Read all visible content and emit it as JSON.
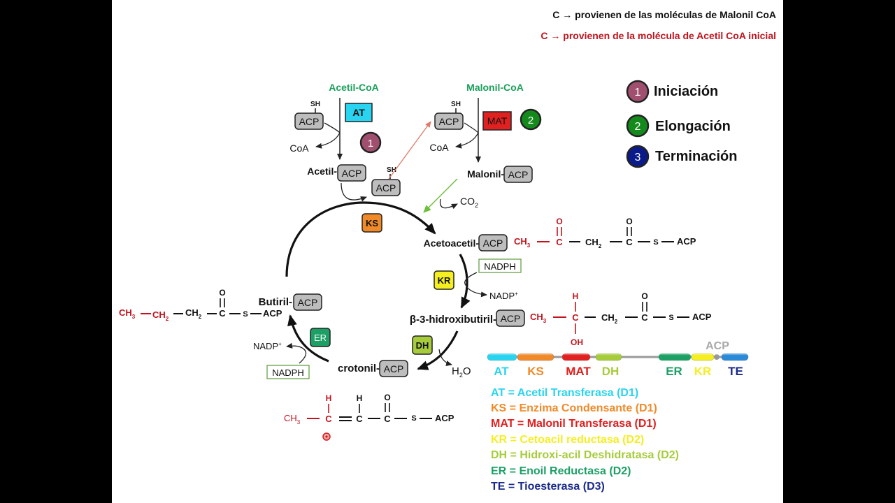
{
  "notes": {
    "black": "C → provienen de las moléculas de Malonil CoA",
    "red": "C → provienen de la molécula de Acetil CoA inicial"
  },
  "legend_steps": [
    {
      "num": "1",
      "label": "Iniciación",
      "color": "#a0506e"
    },
    {
      "num": "2",
      "label": "Elongación",
      "color": "#158a1c"
    },
    {
      "num": "3",
      "label": "Terminación",
      "color": "#0a1a8a"
    }
  ],
  "labels": {
    "acetil_coa": "Acetil-CoA",
    "malonil_coa": "Malonil-CoA",
    "sh": "SH",
    "acp": "ACP",
    "coa": "CoA",
    "acetil": "Acetil-",
    "malonil": "Malonil-",
    "co2": "CO",
    "co2_sub": "2",
    "acetoacetil": "Acetoacetil-",
    "nadph": "NADPH",
    "nadp": "NADP",
    "nadp_sup": "+",
    "hidroxibutiril": "β-3-hidroxibutiril-",
    "crotonil": "crotonil-",
    "butiril": "Butiril-",
    "h2o_h": "H",
    "h2o_sub": "2",
    "h2o_o": "O"
  },
  "enzymes": {
    "at": {
      "label": "AT",
      "color": "#29d4f0"
    },
    "mat": {
      "label": "MAT",
      "color": "#e12020"
    },
    "ks": {
      "label": "KS",
      "color": "#f08a28"
    },
    "kr": {
      "label": "KR",
      "color": "#f5ee20"
    },
    "dh": {
      "label": "DH",
      "color": "#a6cc3c"
    },
    "er": {
      "label": "ER",
      "color": "#1ca066"
    }
  },
  "chem": {
    "ch3": "CH",
    "ch3_sub": "3",
    "ch2": "CH",
    "ch2_sub": "2",
    "c": "C",
    "o": "O",
    "s": "S",
    "h": "H",
    "oh": "OH",
    "acp": "ACP"
  },
  "domain_bar": {
    "acp_label": "ACP",
    "labels": [
      {
        "text": "AT",
        "color": "#29d4f0"
      },
      {
        "text": "KS",
        "color": "#f08a28"
      },
      {
        "text": "MAT",
        "color": "#e12020"
      },
      {
        "text": "DH",
        "color": "#a6cc3c"
      },
      {
        "text": "ER",
        "color": "#1ca066"
      },
      {
        "text": "KR",
        "color": "#f5ee20"
      },
      {
        "text": "TE",
        "color": "#1a2a8a"
      }
    ]
  },
  "definitions": [
    {
      "text": "AT = Acetil Transferasa (D1)",
      "color": "#29d4f0"
    },
    {
      "text": "KS = Enzima Condensante (D1)",
      "color": "#f08a28"
    },
    {
      "text": "MAT = Malonil Transferasa (D1)",
      "color": "#e12020"
    },
    {
      "text": "KR = Cetoacil reductasa (D2)",
      "color": "#f5ee20"
    },
    {
      "text": "DH = Hidroxi-acil Deshidratasa (D2)",
      "color": "#a6cc3c"
    },
    {
      "text": "ER = Enoil Reductasa (D2)",
      "color": "#1ca066"
    },
    {
      "text": "TE = Tioesterasa (D3)",
      "color": "#1a2a8a"
    }
  ]
}
